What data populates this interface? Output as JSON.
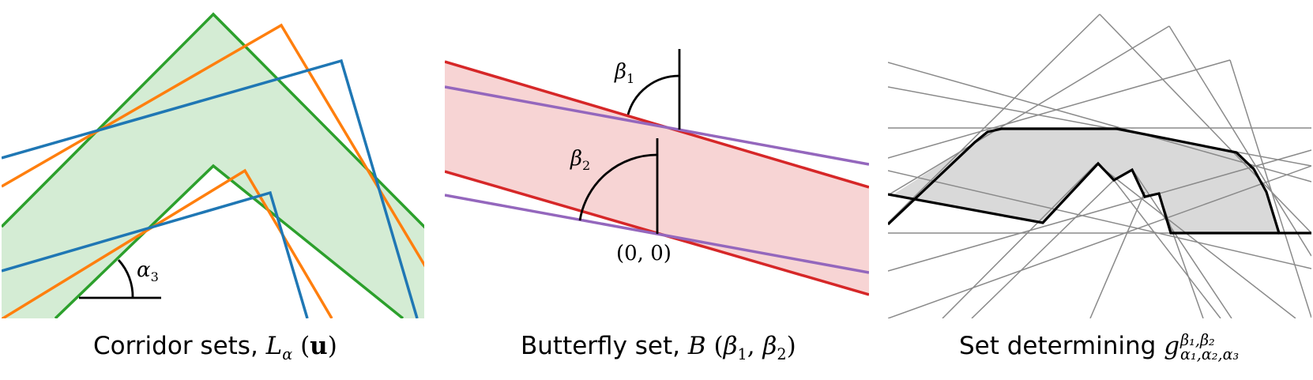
{
  "colors": {
    "blue": "#1f77b4",
    "orange": "#ff7f0e",
    "green": "#2ca02c",
    "green_fill": "#d4ecd4",
    "red": "#d62728",
    "purple": "#9467bd",
    "red_fill": "#f7d4d4",
    "gray_line": "#8a8a8a",
    "gray_fill": "#d9d9d9",
    "black": "#000000"
  },
  "panel1": {
    "caption_text": "Corridor sets, ",
    "caption_math": {
      "sym": "L",
      "sub": "α",
      "arg": "u"
    },
    "angle_label": {
      "sym": "α",
      "sub": "3"
    }
  },
  "panel2": {
    "caption_text": "Butterfly set, ",
    "caption_math": {
      "sym": "B",
      "args": [
        "β",
        "1",
        "β",
        "2"
      ]
    },
    "angle_label_1": {
      "sym": "β",
      "sub": "1"
    },
    "angle_label_2": {
      "sym": "β",
      "sub": "2"
    },
    "origin_label": "(0, 0)"
  },
  "panel3": {
    "caption_text": "Set determining ",
    "caption_math": {
      "sym": "g",
      "sup": "β1,β2",
      "sub": "α1,α2,α3"
    }
  }
}
